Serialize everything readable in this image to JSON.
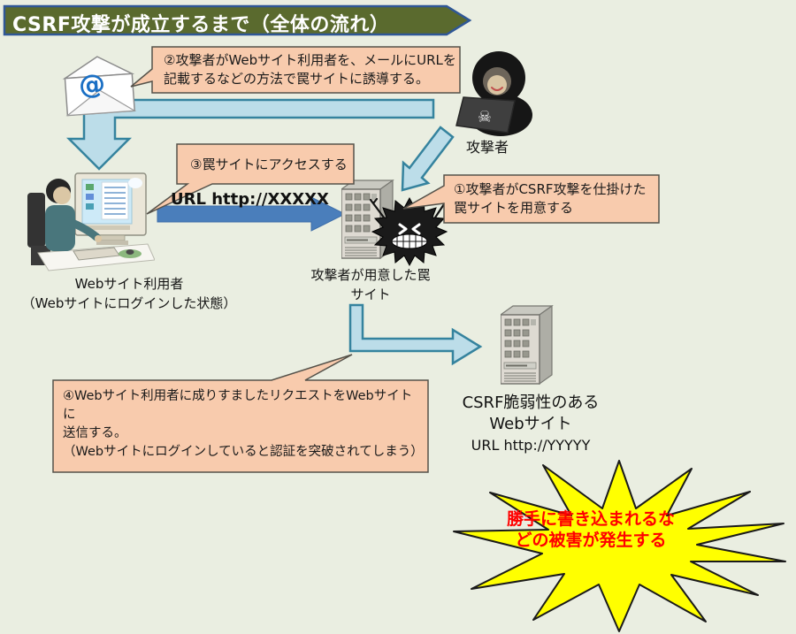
{
  "title": {
    "label": "CSRF攻撃が成立するまで（全体の流れ）"
  },
  "steps": {
    "step1": {
      "label": "①攻撃者がCSRF攻撃を仕掛けた\n罠サイトを用意する"
    },
    "step2": {
      "label": "②攻撃者がWebサイト利用者を、メールにURLを\n記載するなどの方法で罠サイトに誘導する。"
    },
    "step3": {
      "label": "③罠サイトにアクセスする"
    },
    "step4": {
      "label": "④Webサイト利用者に成りすましたリクエストをWebサイトに\n送信する。\n（Webサイトにログインしていると認証を突破されてしまう）"
    }
  },
  "actors": {
    "attacker": {
      "label": "攻撃者"
    },
    "web_user": {
      "label": "Webサイト利用者\n（Webサイトにログインした状態）"
    },
    "trap_site": {
      "label": "攻撃者が用意した罠\nサイト"
    },
    "vulnerable_site": {
      "name": "CSRF脆弱性のある\nWebサイト",
      "url": "URL http://YYYYY"
    }
  },
  "flow": {
    "trap_url_label": "URL http://XXXXX"
  },
  "result": {
    "label": "勝手に書き込まれるな\nどの被害が発生する"
  },
  "icons": {
    "email_at": "@",
    "skull": "☠"
  },
  "colors": {
    "background": "#eaeee1",
    "banner_fill": "#5a6a2e",
    "banner_border": "#2f5796",
    "banner_text": "#ffffff",
    "callout_fill": "#f8cbad",
    "callout_border": "#55524a",
    "flow_arrow_fill": "#bcdde9",
    "flow_arrow_border": "#35839e",
    "url_arrow_fill": "#4a7ebb",
    "burst_fill": "#ffff00",
    "burst_border": "#1a1a1a",
    "burst_text": "#ff0000"
  }
}
